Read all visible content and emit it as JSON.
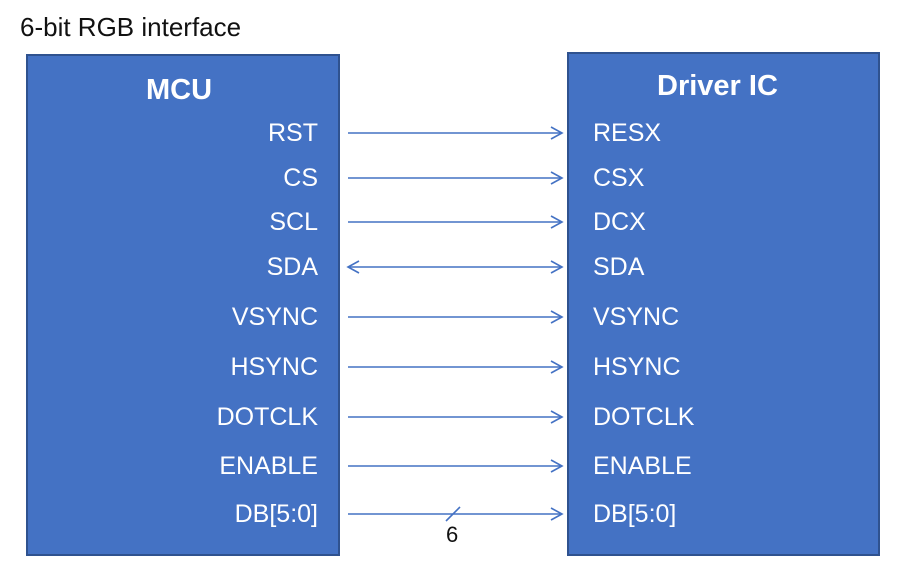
{
  "title": "6-bit RGB interface",
  "mcu": {
    "label": "MCU",
    "pins": [
      "RST",
      "CS",
      "SCL",
      "SDA",
      "VSYNC",
      "HSYNC",
      "DOTCLK",
      "ENABLE",
      "DB[5:0]"
    ]
  },
  "driver_ic": {
    "label": "Driver IC",
    "pins": [
      "RESX",
      "CSX",
      "DCX",
      "SDA",
      "VSYNC",
      "HSYNC",
      "DOTCLK",
      "ENABLE",
      "DB[5:0]"
    ]
  },
  "connections": [
    {
      "from": "RST",
      "to": "RESX",
      "direction": "mcu-to-ic"
    },
    {
      "from": "CS",
      "to": "CSX",
      "direction": "mcu-to-ic"
    },
    {
      "from": "SCL",
      "to": "DCX",
      "direction": "mcu-to-ic"
    },
    {
      "from": "SDA",
      "to": "SDA",
      "direction": "bidirectional"
    },
    {
      "from": "VSYNC",
      "to": "VSYNC",
      "direction": "mcu-to-ic"
    },
    {
      "from": "HSYNC",
      "to": "HSYNC",
      "direction": "mcu-to-ic"
    },
    {
      "from": "DOTCLK",
      "to": "DOTCLK",
      "direction": "mcu-to-ic"
    },
    {
      "from": "ENABLE",
      "to": "ENABLE",
      "direction": "mcu-to-ic"
    },
    {
      "from": "DB[5:0]",
      "to": "DB[5:0]",
      "direction": "mcu-to-ic"
    }
  ],
  "bus_width_label": "6",
  "colors": {
    "block_fill": "#4472c4",
    "block_border": "#2f528f",
    "wire": "#4472c4",
    "pin_text": "#ffffff"
  }
}
